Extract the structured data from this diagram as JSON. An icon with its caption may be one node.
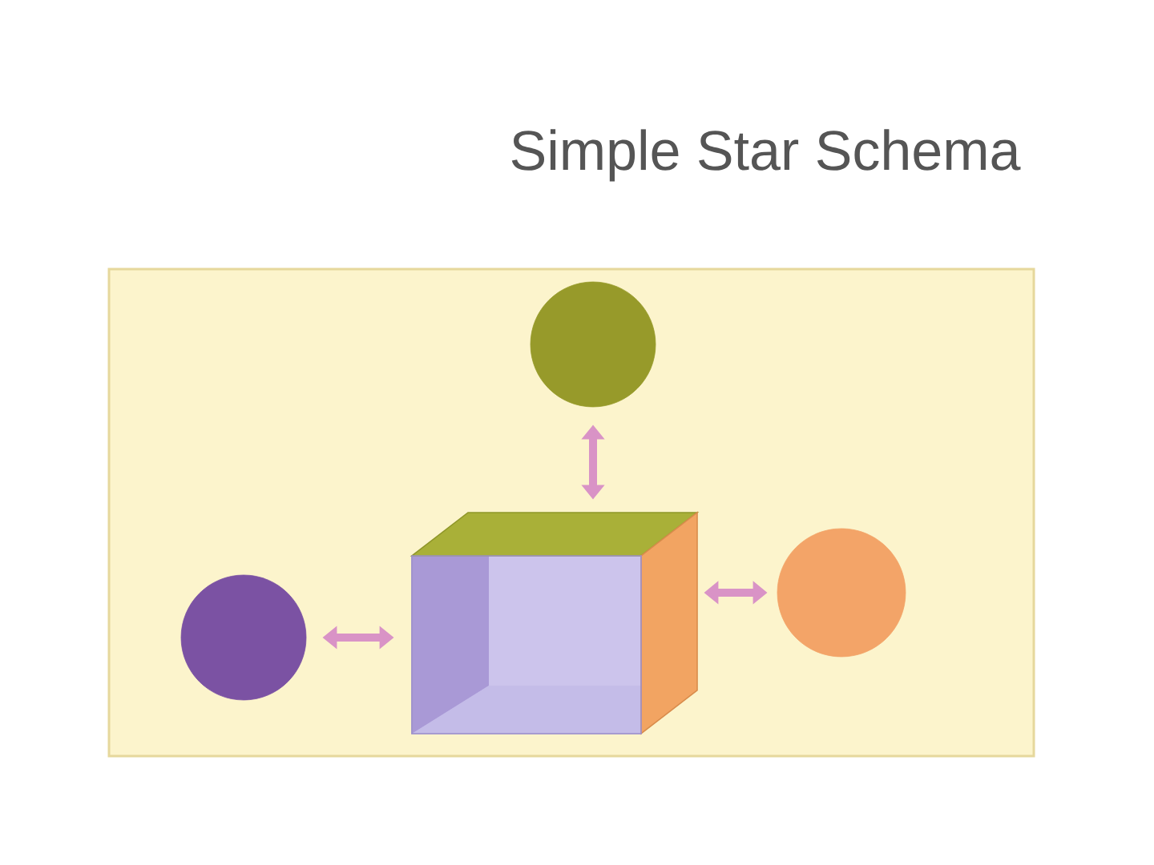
{
  "diagram": {
    "title": "Simple Star Schema",
    "nodes": [
      {
        "text": [],
        "shape": "circle"
      },
      {
        "text": [],
        "shape": "circle"
      },
      {
        "text": [],
        "shape": "cube"
      },
      {
        "text": [],
        "shape": "circle"
      }
    ],
    "edges": [
      {
        "from": 0,
        "to": 2,
        "arrow": "both"
      },
      {
        "from": 1,
        "to": 2,
        "arrow": "both"
      },
      {
        "from": 2,
        "to": 3,
        "arrow": "both"
      }
    ]
  }
}
